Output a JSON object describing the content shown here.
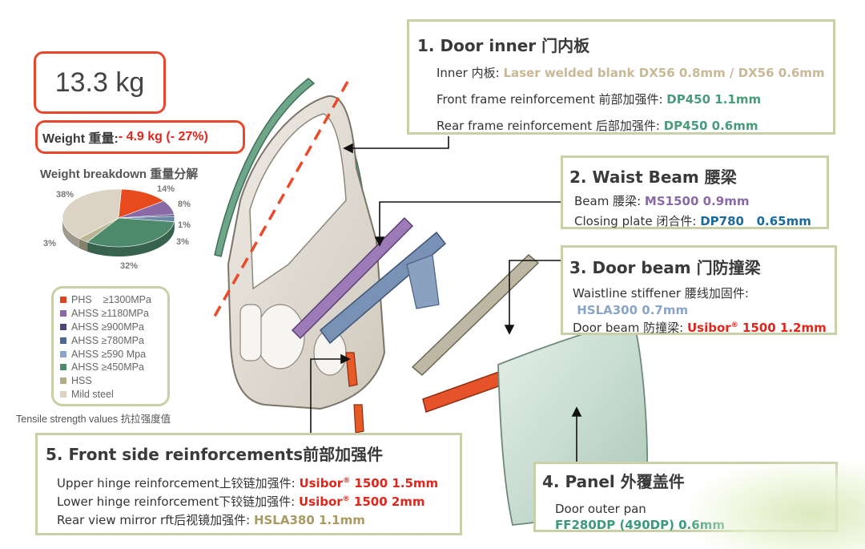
{
  "weight": {
    "total": "13.3 kg",
    "reduction_label": "Weight 重量: ",
    "reduction_value": "- 4.9 kg (- 27%)",
    "breakdown_title": "Weight breakdown 重量分解"
  },
  "pie": {
    "labels": [
      "38%",
      "14%",
      "8%",
      "1%",
      "3%",
      "32%",
      "3%"
    ]
  },
  "chart_data": {
    "type": "pie",
    "values": [
      14,
      8,
      1,
      3,
      32,
      3,
      38
    ],
    "colors": [
      "#e84a1e",
      "#8a6aa6",
      "#4c4a78",
      "#6a88a8",
      "#4d8a6c",
      "#b9b596",
      "#dcd3c4"
    ]
  },
  "legend": {
    "items": [
      {
        "label": "PHS    ≥1300MPa",
        "color": "#d9451f"
      },
      {
        "label": "AHSS ≥1180MPa",
        "color": "#8a6aa6"
      },
      {
        "label": "AHSS ≥900MPa",
        "color": "#4c4a78"
      },
      {
        "label": "AHSS ≥780MPa",
        "color": "#4a6890"
      },
      {
        "label": "AHSS ≥590 Mpa",
        "color": "#8aa6c6"
      },
      {
        "label": "AHSS ≥450MPa",
        "color": "#4d8a6c"
      },
      {
        "label": "HSS",
        "color": "#b0ad86"
      },
      {
        "label": "Mild steel",
        "color": "#dcd3c4"
      }
    ],
    "caption": "Tensile strength values 抗拉强度值"
  },
  "box1": {
    "title": "1. Door inner 门内板",
    "lines": [
      {
        "label": "Inner  内板: ",
        "spec": "Laser welded blank DX56 0.8mm / DX56 0.6mm"
      },
      {
        "label": "Front frame reinforcement 前部加强件: ",
        "spec": "DP450 1.1mm"
      },
      {
        "label": "Rear frame reinforcement 后部加强件: ",
        "spec": "DP450 0.6mm"
      }
    ]
  },
  "box2": {
    "title": "2. Waist Beam 腰梁",
    "lines": [
      {
        "label": "Beam 腰梁: ",
        "spec": "MS1500 0.9mm"
      },
      {
        "label": " Closing plate 闭合件: ",
        "spec": "DP780   0.65mm"
      }
    ]
  },
  "box3": {
    "title": "3. Door beam  门防撞梁",
    "line1": "Waistline stiffener 腰线加固件:",
    "line2": " HSLA300 0.7mm",
    "line3_label": "Door beam 防撞梁: ",
    "line3_spec": "Usibor",
    "line3_spec_rest": " 1500 1.2mm"
  },
  "box4": {
    "title": "4. Panel 外覆盖件",
    "line1": "Door outer pan",
    "line2": "FF280DP (490DP) 0.6mm"
  },
  "box5": {
    "title": "5. Front side reinforcements前部加强件",
    "lines": [
      {
        "label": "Upper hinge reinforcement上铰链加强件: ",
        "spec": "Usibor",
        "spec_rest": " 1500 1.5mm"
      },
      {
        "label": "Lower hinge reinforcement下铰链加强件: ",
        "spec": "Usibor",
        "spec_rest": " 1500 2mm"
      },
      {
        "label": "Rear view mirror rft后视镜加强件: ",
        "spec": "HSLA380 1.1mm",
        "spec_rest": ""
      }
    ]
  },
  "reg": "®"
}
